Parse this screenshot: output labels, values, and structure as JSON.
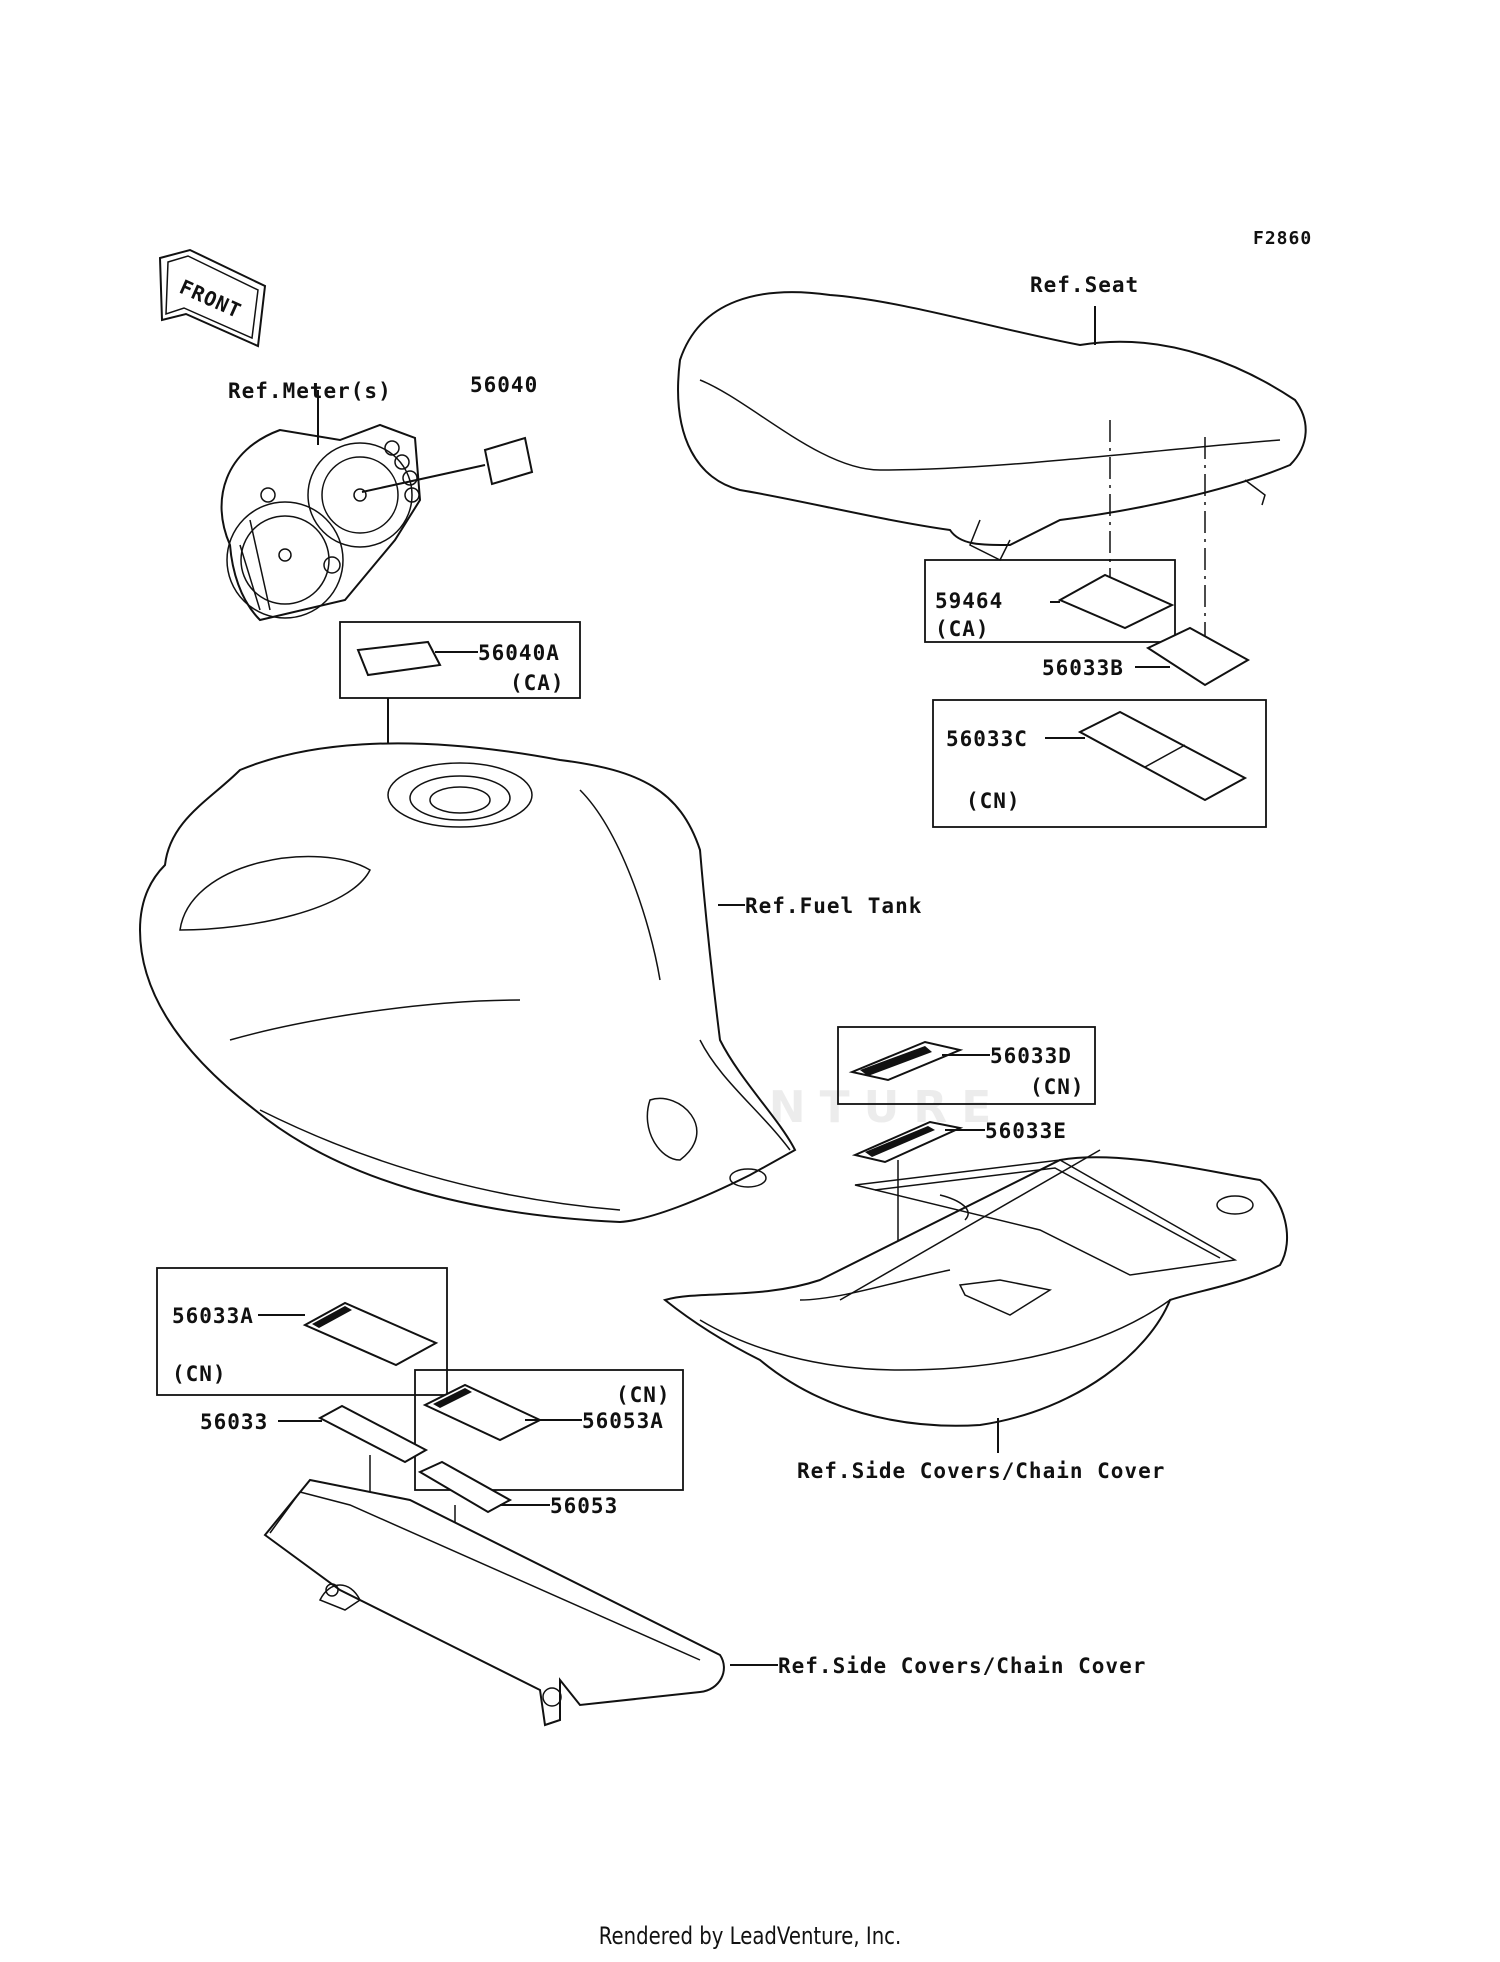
{
  "diagram_code": "F2860",
  "front_arrow_label": "FRONT",
  "watermark": "LEADVENTURE",
  "labels": {
    "ref_seat": "Ref.Seat",
    "ref_meters": "Ref.Meter(s)",
    "ref_fuel_tank": "Ref.Fuel Tank",
    "ref_side_covers_1": "Ref.Side Covers/Chain Cover",
    "ref_side_covers_2": "Ref.Side Covers/Chain Cover"
  },
  "parts": {
    "p56040": "56040",
    "p56040A": "56040A",
    "p56040A_note": "(CA)",
    "p59464": "59464",
    "p59464_note": "(CA)",
    "p56033B": "56033B",
    "p56033C": "56033C",
    "p56033C_note": "(CN)",
    "p56033D": "56033D",
    "p56033D_note": "(CN)",
    "p56033E": "56033E",
    "p56033A": "56033A",
    "p56033A_note": "(CN)",
    "p56053A_note": "(CN)",
    "p56053A": "56053A",
    "p56033": "56033",
    "p56053": "56053"
  },
  "footer": "Rendered by LeadVenture, Inc."
}
